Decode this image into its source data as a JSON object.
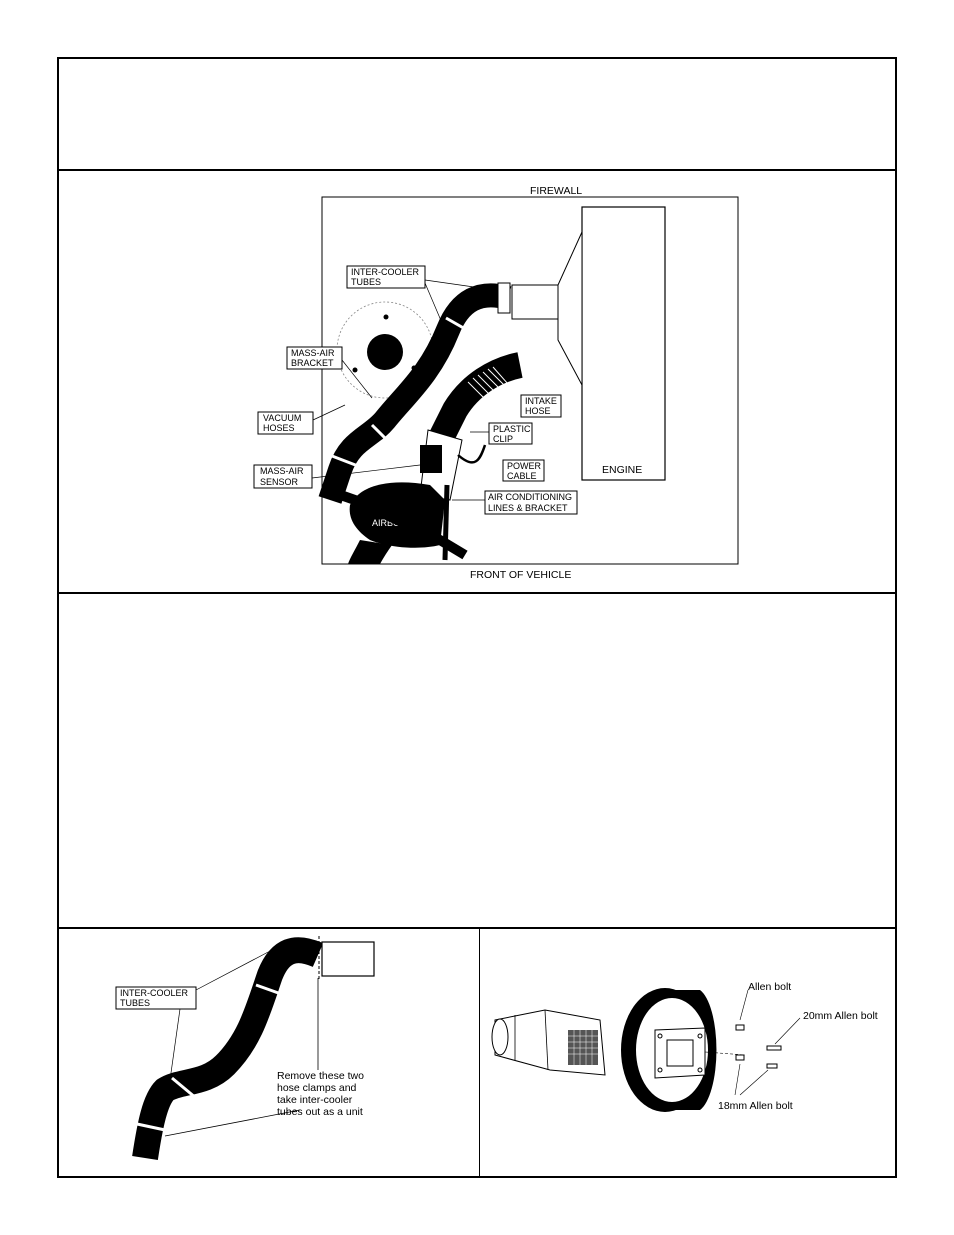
{
  "main_diagram": {
    "top_label": "FIREWALL",
    "bottom_label": "FRONT OF VEHICLE",
    "engine_label": "ENGINE",
    "airbox_label": "AIRBOX",
    "callouts": {
      "intercooler": [
        "INTER-COOLER",
        "TUBES"
      ],
      "mass_air_bracket": [
        "MASS-AIR",
        "BRACKET"
      ],
      "vacuum_hoses": [
        "VACUUM",
        "HOSES"
      ],
      "mass_air_sensor": [
        "MASS-AIR",
        "SENSOR"
      ],
      "intake_hose": [
        "INTAKE",
        "HOSE"
      ],
      "plastic_clip": [
        "PLASTIC",
        "CLIP"
      ],
      "power_cable": [
        "POWER",
        "CABLE"
      ],
      "ac_lines": [
        "AIR CONDITIONING",
        "LINES & BRACKET"
      ]
    }
  },
  "tubes_diagram": {
    "tubes_label": [
      "INTER-COOLER",
      "TUBES"
    ],
    "note": [
      "Remove these two",
      "hose clamps and",
      "take inter-cooler",
      "tubes out as a unit"
    ]
  },
  "sensor_diagram": {
    "allen_bolt": "Allen bolt",
    "bolt_20mm": "20mm Allen bolt",
    "bolt_18mm": "18mm Allen bolt"
  }
}
